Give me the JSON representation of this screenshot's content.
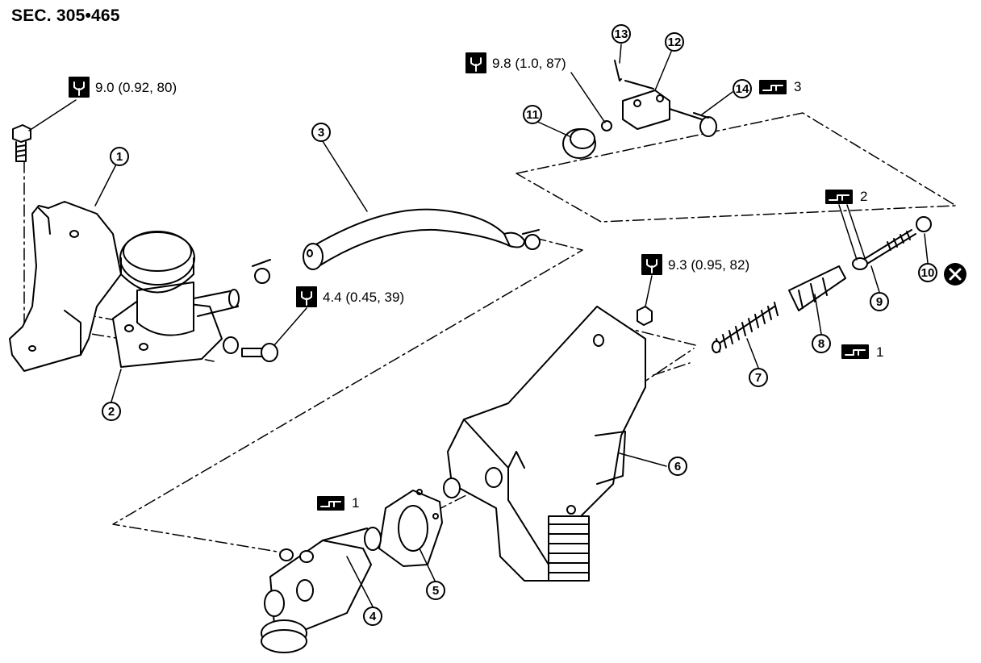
{
  "section": "SEC. 305•465",
  "torque_specs": [
    {
      "id": "t1",
      "text": "9.0 (0.92, 80)"
    },
    {
      "id": "t2",
      "text": "9.8 (1.0, 87)"
    },
    {
      "id": "t3",
      "text": "4.4 (0.45, 39)"
    },
    {
      "id": "t4",
      "text": "9.3 (0.95, 82)"
    }
  ],
  "grease_refs": [
    {
      "id": "g14",
      "text": "3"
    },
    {
      "id": "g9",
      "text": "2"
    },
    {
      "id": "g8",
      "text": "1"
    },
    {
      "id": "g4",
      "text": "1"
    }
  ],
  "callouts": [
    "1",
    "2",
    "3",
    "4",
    "5",
    "6",
    "7",
    "8",
    "9",
    "10",
    "11",
    "12",
    "13",
    "14"
  ],
  "icons": {
    "torque": "torque-wrench-icon",
    "grease": "grease-apply-icon",
    "replace": "do-not-reuse-icon"
  }
}
